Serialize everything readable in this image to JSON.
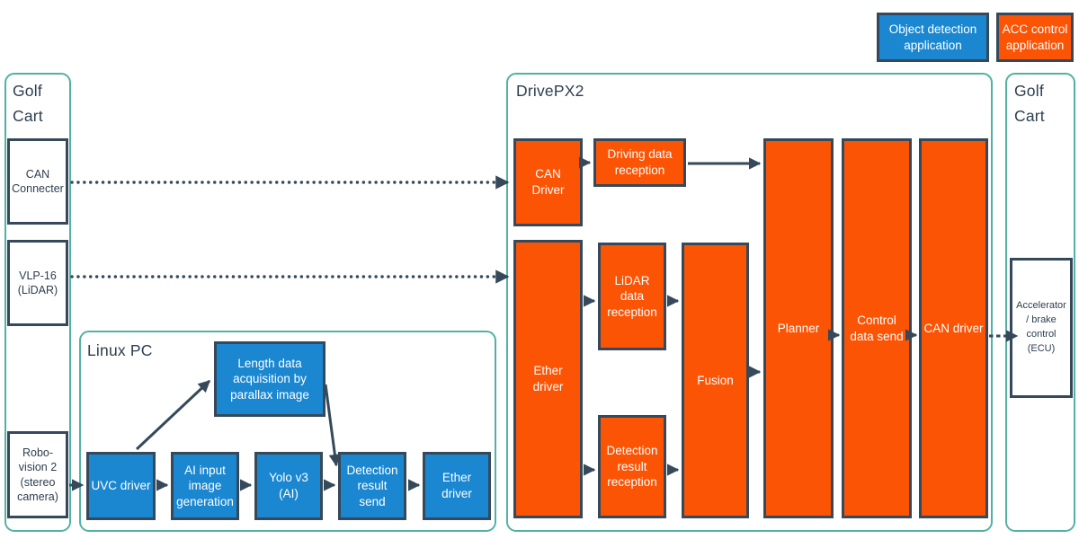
{
  "colors": {
    "blue": "#1a87d0",
    "orange": "#fb5405",
    "teal": "#53b1a3",
    "dark": "#35495a",
    "ink": "#2c3e50"
  },
  "legend": {
    "object_detection": "Object detection application",
    "acc_control": "ACC control application"
  },
  "containers": {
    "golf_cart_left": "Golf Cart",
    "linux_pc": "Linux PC",
    "drivepx2": "DrivePX2",
    "golf_cart_right": "Golf Cart"
  },
  "nodes": {
    "can_connecter": "CAN Connecter",
    "vlp16": "VLP-16 (LiDAR)",
    "robovision": "Robo-vision 2 (stereo camera)",
    "uvc_driver": "UVC driver",
    "ai_input": "AI input image generation",
    "yolo": "Yolo v3 (AI)",
    "length_data": "Length data acquisition by parallax image",
    "detection_send": "Detection result send",
    "ether_driver_pc": "Ether driver",
    "can_driver_rx": "CAN Driver",
    "driving_data_rx": "Driving data reception",
    "ether_driver_px": "Ether driver",
    "lidar_rx": "LiDAR data reception",
    "detection_rx": "Detection result reception",
    "fusion": "Fusion",
    "planner": "Planner",
    "control_send": "Control data send",
    "can_driver_tx": "CAN driver",
    "ecu": "Accelerator / brake control (ECU)"
  }
}
